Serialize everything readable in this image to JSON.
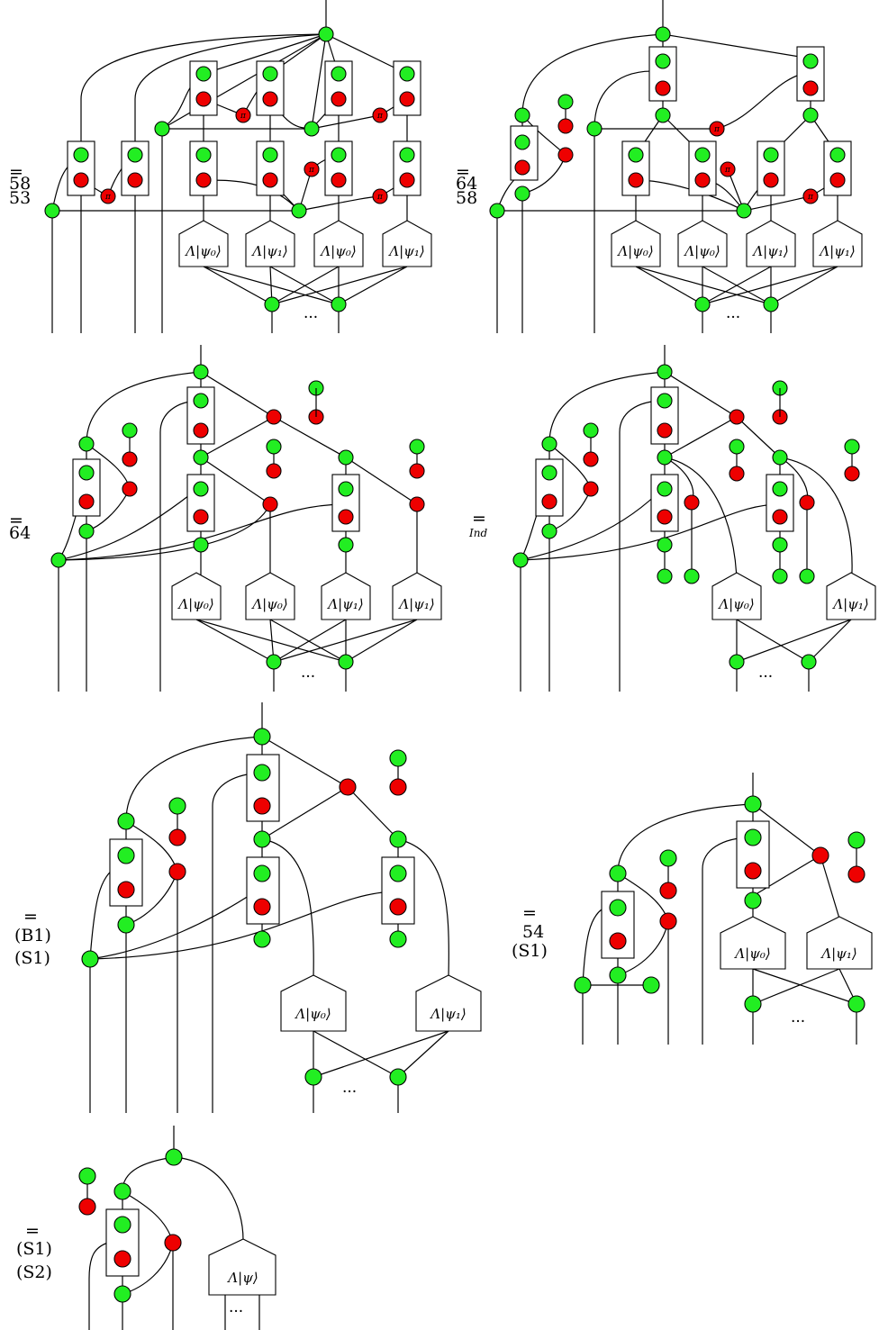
{
  "colors": {
    "green_spider": "#22ee22",
    "red_spider": "#ee0000",
    "wire": "#000000"
  },
  "lambda": {
    "psi0": "Λ|ψ₀⟩",
    "psi1": "Λ|ψ₁⟩",
    "psi": "Λ|ψ⟩"
  },
  "pi": "π",
  "ellipsis": "···",
  "steps": {
    "s1": {
      "eq": "=",
      "l1": "58",
      "l2": "53"
    },
    "s2": {
      "eq": "=",
      "l1": "64",
      "l2": "58"
    },
    "s3": {
      "eq": "=",
      "l1": "64"
    },
    "s4": {
      "eq": "=",
      "l1": "Ind"
    },
    "s5": {
      "eq": "=",
      "l1": "(B1)",
      "l2": "(S1)"
    },
    "s6": {
      "eq": "=",
      "l1": "54",
      "l2": "(S1)"
    },
    "s7": {
      "eq": "=",
      "l1": "(S1)",
      "l2": "(S2)"
    }
  }
}
